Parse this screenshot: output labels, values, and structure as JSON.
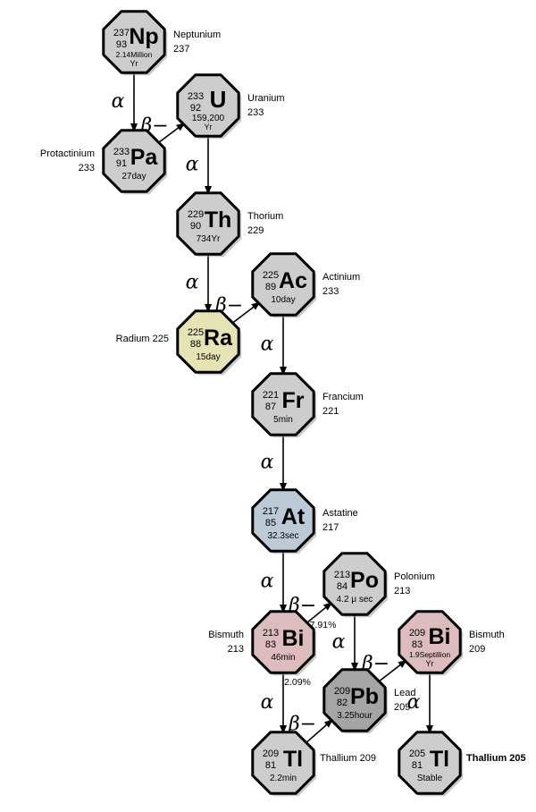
{
  "colors": {
    "gray": "#cdcdcd",
    "gray_dark": "#a5a5a5",
    "yellow": "#e6e3b5",
    "blue": "#bccad8",
    "pink": "#dcbcbc"
  },
  "nuclides": [
    {
      "id": "np237",
      "symbol": "Np",
      "mass": "237",
      "z": "93",
      "half_life": "2.14Million",
      "half_life2": "Yr",
      "name": "Neptunium",
      "name2": "237",
      "color": "gray"
    },
    {
      "id": "u233",
      "symbol": "U",
      "mass": "233",
      "z": "92",
      "half_life": "159,200",
      "half_life2": "Yr",
      "name": "Uranium",
      "name2": "233",
      "color": "gray"
    },
    {
      "id": "pa233",
      "symbol": "Pa",
      "mass": "233",
      "z": "91",
      "half_life": "27day",
      "half_life2": "",
      "name": "Protactinium",
      "name2": "233",
      "color": "gray"
    },
    {
      "id": "th229",
      "symbol": "Th",
      "mass": "229",
      "z": "90",
      "half_life": "734Yr",
      "half_life2": "",
      "name": "Thorium",
      "name2": "229",
      "color": "gray"
    },
    {
      "id": "ac225",
      "symbol": "Ac",
      "mass": "225",
      "z": "89",
      "half_life": "10day",
      "half_life2": "",
      "name": "Actinium",
      "name2": "233",
      "color": "gray"
    },
    {
      "id": "ra225",
      "symbol": "Ra",
      "mass": "225",
      "z": "88",
      "half_life": "15day",
      "half_life2": "",
      "name": "Radium 225",
      "name2": "",
      "color": "yellow"
    },
    {
      "id": "fr221",
      "symbol": "Fr",
      "mass": "221",
      "z": "87",
      "half_life": "5min",
      "half_life2": "",
      "name": "Francium",
      "name2": "221",
      "color": "gray"
    },
    {
      "id": "at217",
      "symbol": "At",
      "mass": "217",
      "z": "85",
      "half_life": "32.3sec",
      "half_life2": "",
      "name": "Astatine",
      "name2": "217",
      "color": "blue"
    },
    {
      "id": "po213",
      "symbol": "Po",
      "mass": "213",
      "z": "84",
      "half_life": "4.2 μ sec",
      "half_life2": "",
      "name": "Polonium",
      "name2": "213",
      "color": "gray"
    },
    {
      "id": "bi213",
      "symbol": "Bi",
      "mass": "213",
      "z": "83",
      "half_life": "46min",
      "half_life2": "",
      "name": "Bismuth",
      "name2": "213",
      "color": "pink"
    },
    {
      "id": "bi209",
      "symbol": "Bi",
      "mass": "209",
      "z": "83",
      "half_life": "1.9Septillion",
      "half_life2": "Yr",
      "name": "Bismuth",
      "name2": "209",
      "color": "pink"
    },
    {
      "id": "pb209",
      "symbol": "Pb",
      "mass": "209",
      "z": "82",
      "half_life": "3.25hour",
      "half_life2": "",
      "name": "Lead",
      "name2": "209",
      "color": "gray_dark"
    },
    {
      "id": "tl209",
      "symbol": "Tl",
      "mass": "209",
      "z": "81",
      "half_life": "2.2min",
      "half_life2": "",
      "name": "Thallium 209",
      "name2": "",
      "color": "gray"
    },
    {
      "id": "tl205",
      "symbol": "Tl",
      "mass": "205",
      "z": "81",
      "half_life": "Stable",
      "half_life2": "",
      "name": "Thallium 205",
      "name2": "",
      "color": "gray"
    }
  ],
  "decays": [
    {
      "from": "np237",
      "to": "pa233",
      "mode": "α"
    },
    {
      "from": "pa233",
      "to": "u233",
      "mode": "β−"
    },
    {
      "from": "u233",
      "to": "th229",
      "mode": "α"
    },
    {
      "from": "th229",
      "to": "ra225",
      "mode": "α"
    },
    {
      "from": "ra225",
      "to": "ac225",
      "mode": "β−"
    },
    {
      "from": "ac225",
      "to": "fr221",
      "mode": "α"
    },
    {
      "from": "fr221",
      "to": "at217",
      "mode": "α"
    },
    {
      "from": "at217",
      "to": "bi213",
      "mode": "α"
    },
    {
      "from": "bi213",
      "to": "po213",
      "mode": "β−",
      "branch": "97.91%"
    },
    {
      "from": "bi213",
      "to": "tl209",
      "mode": "α",
      "branch": "2.09%"
    },
    {
      "from": "po213",
      "to": "pb209",
      "mode": "α"
    },
    {
      "from": "tl209",
      "to": "pb209",
      "mode": "β−"
    },
    {
      "from": "pb209",
      "to": "bi209",
      "mode": "β−"
    },
    {
      "from": "bi209",
      "to": "tl205",
      "mode": "α"
    }
  ]
}
